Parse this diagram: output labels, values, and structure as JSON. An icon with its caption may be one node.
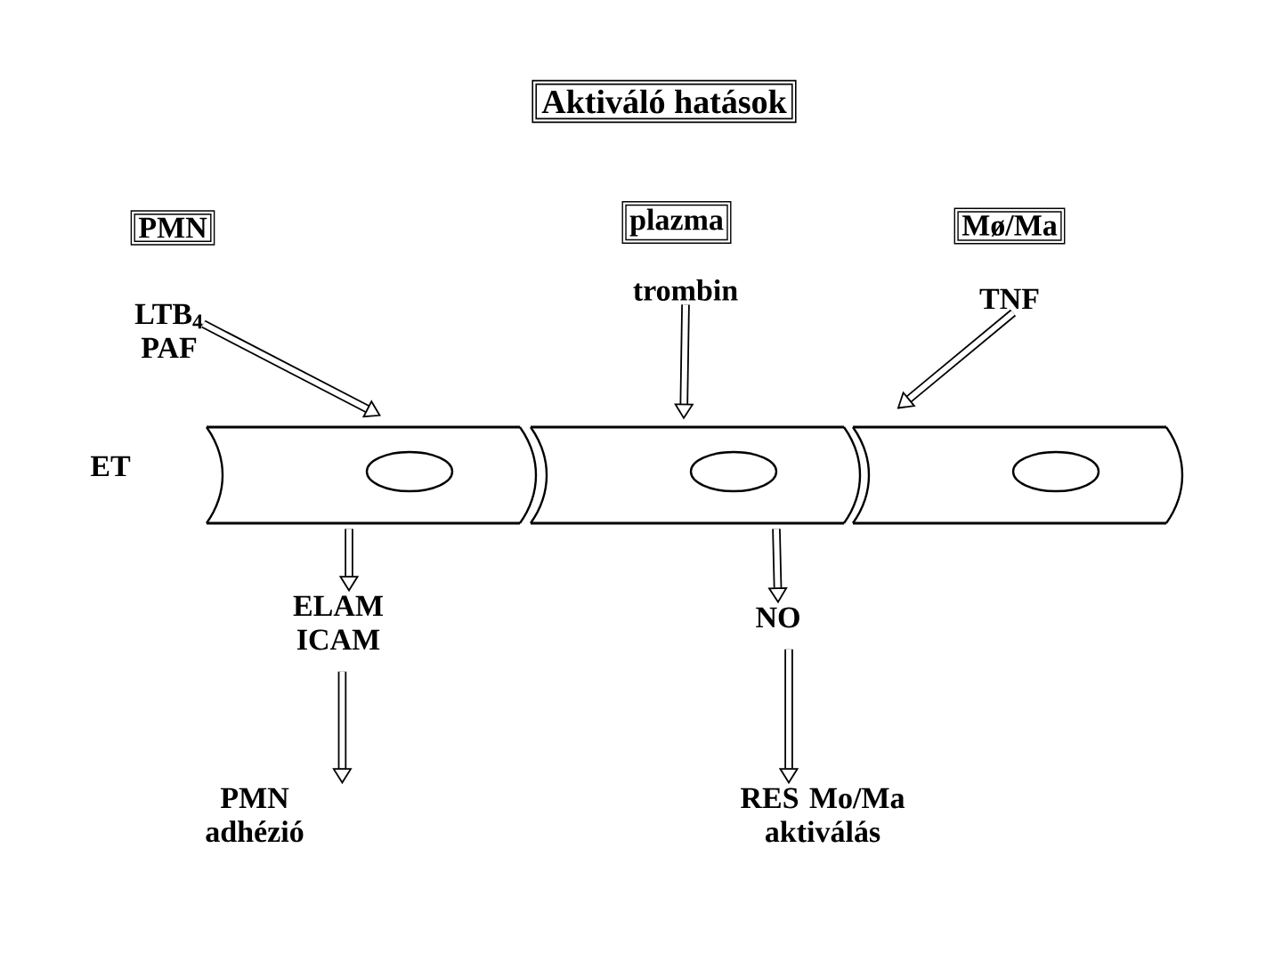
{
  "diagram": {
    "title": "Aktiváló hatások",
    "nodes": [
      {
        "text": [
          "PMN"
        ]
      },
      {
        "text": [
          "plazma"
        ]
      },
      {
        "text": [
          "Mø/Ma"
        ]
      },
      {
        "text": [
          "LTB$_{4}$ PAF"
        ]
      },
      {
        "text": [
          "trombin"
        ]
      },
      {
        "text": [
          "TNF"
        ]
      },
      {
        "text": [],
        "shape": "cylinder"
      },
      {
        "text": [],
        "shape": "cylinder"
      },
      {
        "text": [],
        "shape": "cylinder"
      },
      {
        "text": [
          "ELAM ICAM"
        ]
      },
      {
        "text": [
          "PMN adhézió"
        ]
      },
      {
        "text": [
          "NO"
        ]
      },
      {
        "text": [
          "RES Mo/Ma aktiválás"
        ]
      }
    ],
    "edges": [
      {
        "from": 3,
        "to": 6,
        "arrow": "to"
      },
      {
        "from": 4,
        "to": 7,
        "arrow": "to"
      },
      {
        "from": 5,
        "to": 8,
        "arrow": "to"
      },
      {
        "from": 6,
        "to": 9,
        "arrow": "to"
      },
      {
        "from": 9,
        "to": 10,
        "arrow": "to"
      },
      {
        "from": 7,
        "to": 11,
        "arrow": "to"
      },
      {
        "from": 11,
        "to": 12,
        "arrow": "to"
      }
    ],
    "labels": [
      "ET"
    ]
  }
}
